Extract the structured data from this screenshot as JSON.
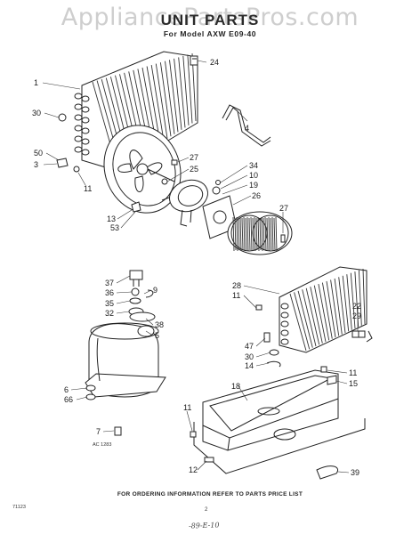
{
  "watermark": "AppliancePartsPros.com",
  "header": {
    "title": "UNIT PARTS",
    "subtitle": "For Model  AXW E09-40"
  },
  "callouts": [
    "24",
    "1",
    "30",
    "4",
    "50",
    "3",
    "11",
    "27",
    "25",
    "34",
    "10",
    "19",
    "26",
    "27",
    "13",
    "53",
    "37",
    "36",
    "35",
    "32",
    "9",
    "38",
    "5",
    "28",
    "11",
    "22",
    "29",
    "47",
    "30",
    "14",
    "6",
    "66",
    "7",
    "18",
    "11",
    "15",
    "11",
    "12",
    "39"
  ],
  "notes": {
    "drawing_code": "AC 1283",
    "side_code": "71123",
    "footer": "FOR ORDERING INFORMATION REFER TO PARTS PRICE LIST",
    "page_number": "2",
    "handwritten": "-89-E-10"
  }
}
